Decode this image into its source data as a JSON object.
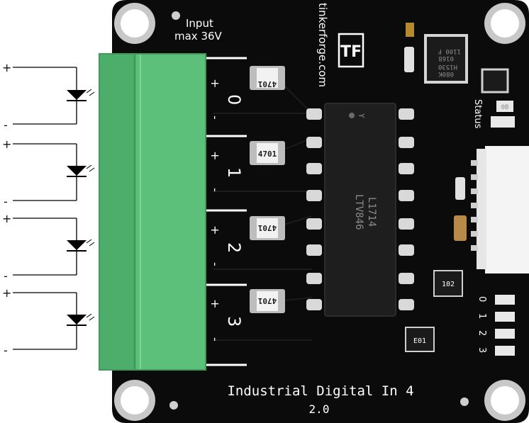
{
  "board": {
    "title": "Industrial Digital In 4",
    "version": "2.0",
    "input_label_line1": "Input",
    "input_label_line2": "max 36V",
    "brand_url": "tinkerforge.com",
    "logo_text": "TF",
    "status_label": "Status"
  },
  "channels": [
    {
      "number": "0",
      "plus": "+",
      "minus": "-",
      "resistor": "4701"
    },
    {
      "number": "1",
      "plus": "+",
      "minus": "-",
      "resistor": "4701"
    },
    {
      "number": "2",
      "plus": "+",
      "minus": "-",
      "resistor": "4701"
    },
    {
      "number": "3",
      "plus": "+",
      "minus": "-",
      "resistor": "4701"
    }
  ],
  "status_led_labels": [
    "0",
    "1",
    "2",
    "3"
  ],
  "main_chip": {
    "line1": "L1714",
    "line2": "LTV846",
    "pin1_marker": "Y"
  },
  "mcu_chip": {
    "line1": "H1530",
    "line2": "0168",
    "line3": "1100 F",
    "line4": "080K"
  },
  "small_part_labels": {
    "near_status": "0B",
    "near_leds": "102",
    "bottom": "E01"
  },
  "external_leds": [
    {
      "plus": "+",
      "minus": "-"
    },
    {
      "plus": "+",
      "minus": "-"
    },
    {
      "plus": "+",
      "minus": "-"
    },
    {
      "plus": "+",
      "minus": "-"
    }
  ],
  "colors": {
    "pcb": "#0b0b0b",
    "terminal": "#5cc07b",
    "silkscreen": "#ffffff",
    "pad": "#d9d9d9",
    "led": "#e8e8e8"
  }
}
